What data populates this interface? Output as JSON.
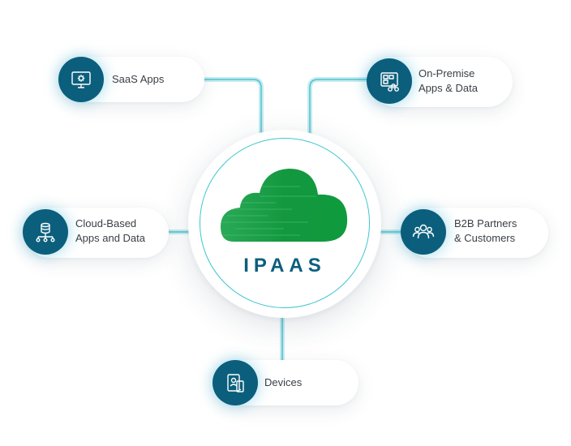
{
  "hub": {
    "title": "IPAAS"
  },
  "colors": {
    "node": "#0b5f7c",
    "connector": "#7fd3dd",
    "cloud": "#0f9a3e",
    "ring": "#3ec6cf"
  },
  "nodes": [
    {
      "id": "saas",
      "label": "SaaS Apps",
      "icon": "monitor-gear-icon"
    },
    {
      "id": "onprem",
      "label": "On-Premise\nApps & Data",
      "icon": "server-network-icon"
    },
    {
      "id": "cloud",
      "label": "Cloud-Based\nApps and Data",
      "icon": "database-network-icon"
    },
    {
      "id": "b2b",
      "label": "B2B Partners\n& Customers",
      "icon": "people-group-icon"
    },
    {
      "id": "devices",
      "label": "Devices",
      "icon": "devices-icon"
    }
  ]
}
